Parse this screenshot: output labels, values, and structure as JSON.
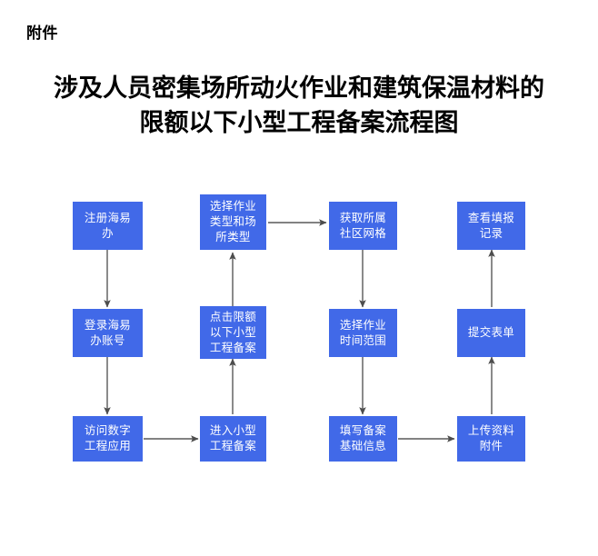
{
  "document": {
    "attachment_label": "附件",
    "title_lines": [
      "涉及人员密集场所动火作业和建筑保温材料的",
      "限额以下小型工程备案流程图"
    ]
  },
  "colors": {
    "node_fill": "#4169e8",
    "node_text": "#ffffff",
    "arrow": "#595959",
    "background": "#ffffff",
    "title_text": "#000000"
  },
  "flowchart": {
    "type": "flowchart",
    "orientation": "serpentine-columns",
    "rows": 3,
    "columns": 4,
    "nodes": [
      {
        "id": "n1",
        "label": "注册海易\n办",
        "column": 1,
        "row": 1
      },
      {
        "id": "n2",
        "label": "登录海易\n办账号",
        "column": 1,
        "row": 2
      },
      {
        "id": "n3",
        "label": "访问数字\n工程应用",
        "column": 1,
        "row": 3
      },
      {
        "id": "n4",
        "label": "进入小型\n工程备案",
        "column": 2,
        "row": 3
      },
      {
        "id": "n5",
        "label": "点击限额\n以下小型\n工程备案",
        "column": 2,
        "row": 2
      },
      {
        "id": "n6",
        "label": "选择作业\n类型和场\n所类型",
        "column": 2,
        "row": 1
      },
      {
        "id": "n7",
        "label": "获取所属\n社区网格",
        "column": 3,
        "row": 1
      },
      {
        "id": "n8",
        "label": "选择作业\n时间范围",
        "column": 3,
        "row": 2
      },
      {
        "id": "n9",
        "label": "填写备案\n基础信息",
        "column": 3,
        "row": 3
      },
      {
        "id": "n10",
        "label": "上传资料\n附件",
        "column": 4,
        "row": 3
      },
      {
        "id": "n11",
        "label": "提交表单",
        "column": 4,
        "row": 2
      },
      {
        "id": "n12",
        "label": "查看填报\n记录",
        "column": 4,
        "row": 1
      }
    ],
    "edges": [
      {
        "from": "n1",
        "to": "n2",
        "direction": "down"
      },
      {
        "from": "n2",
        "to": "n3",
        "direction": "down"
      },
      {
        "from": "n3",
        "to": "n4",
        "direction": "right"
      },
      {
        "from": "n4",
        "to": "n5",
        "direction": "up"
      },
      {
        "from": "n5",
        "to": "n6",
        "direction": "up"
      },
      {
        "from": "n6",
        "to": "n7",
        "direction": "right"
      },
      {
        "from": "n7",
        "to": "n8",
        "direction": "down"
      },
      {
        "from": "n8",
        "to": "n9",
        "direction": "down"
      },
      {
        "from": "n9",
        "to": "n10",
        "direction": "right"
      },
      {
        "from": "n10",
        "to": "n11",
        "direction": "up"
      },
      {
        "from": "n11",
        "to": "n12",
        "direction": "up"
      }
    ]
  }
}
